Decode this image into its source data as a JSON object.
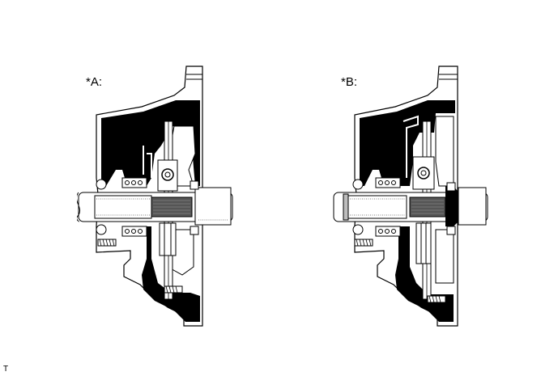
{
  "figures": [
    {
      "id": "A",
      "label": "*A:",
      "description": "cross-section view variant A"
    },
    {
      "id": "B",
      "label": "*B:",
      "description": "cross-section view variant B"
    }
  ],
  "corner_mark": "T",
  "colors": {
    "ink": "#000000",
    "paper": "#ffffff",
    "shaft_gray": "#bdbdbd"
  }
}
